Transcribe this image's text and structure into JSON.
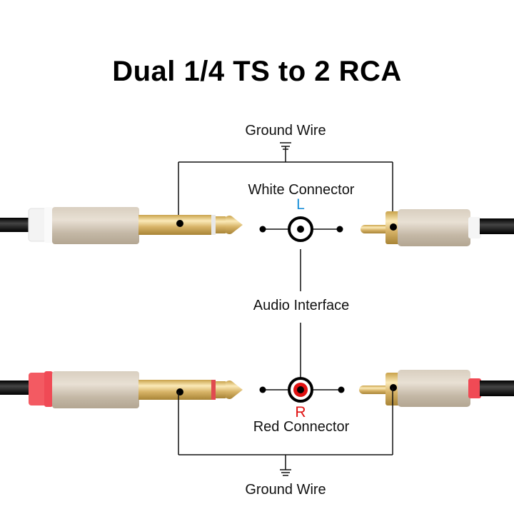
{
  "title": "Dual 1/4 TS to 2 RCA",
  "labels": {
    "ground_top": "Ground Wire",
    "white_connector": "White Connector",
    "left_channel": "L",
    "audio_interface": "Audio Interface",
    "right_channel": "R",
    "red_connector": "Red Connector",
    "ground_bottom": "Ground Wire"
  },
  "colors": {
    "left_channel": "#1a8fd8",
    "right_channel": "#e01010",
    "white_collar": "#f4f4f4",
    "red_collar": "#f0505a",
    "metal_body": "#cbbfad",
    "gold": "#e2c27a"
  }
}
